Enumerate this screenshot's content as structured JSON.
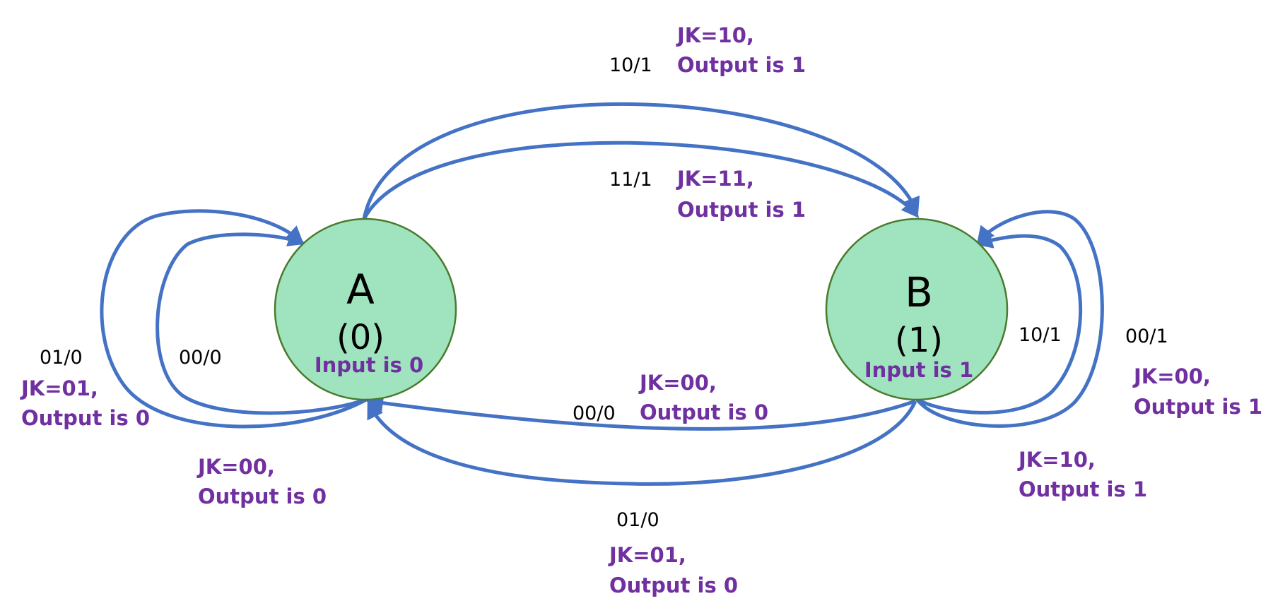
{
  "colors": {
    "edge": "#4472c4",
    "state_fill": "#a0e3bf",
    "state_stroke": "#4a7a2c",
    "note": "#7030a0",
    "text": "#000000"
  },
  "states": [
    {
      "id": "A",
      "name": "A",
      "code": "(0)",
      "note": "Input is 0"
    },
    {
      "id": "B",
      "name": "B",
      "code": "(1)",
      "note": "Input is 1"
    }
  ],
  "transitions": [
    {
      "id": "a_to_b_outer",
      "from": "A",
      "to": "B",
      "label": "10/1",
      "note_line1": "JK=10,",
      "note_line2": "Output is 1"
    },
    {
      "id": "a_to_b_inner",
      "from": "A",
      "to": "B",
      "label": "11/1",
      "note_line1": "JK=11,",
      "note_line2": "Output is 1"
    },
    {
      "id": "a_self_outer",
      "from": "A",
      "to": "A",
      "label": "01/0",
      "note_line1": "JK=01,",
      "note_line2": "Output is 0"
    },
    {
      "id": "a_self_inner",
      "from": "A",
      "to": "A",
      "label": "00/0",
      "note_line1": "JK=00,",
      "note_line2": "Output is 0"
    },
    {
      "id": "b_to_a_upper",
      "from": "B",
      "to": "A",
      "label": "00/0",
      "note_line1": "JK=00,",
      "note_line2": "Output is 0"
    },
    {
      "id": "b_to_a_lower",
      "from": "B",
      "to": "A",
      "label": "01/0",
      "note_line1": "JK=01,",
      "note_line2": "Output is 0"
    },
    {
      "id": "b_self_inner",
      "from": "B",
      "to": "B",
      "label": "10/1",
      "note_line1": "JK=10,",
      "note_line2": "Output is 1"
    },
    {
      "id": "b_self_outer",
      "from": "B",
      "to": "B",
      "label": "00/1",
      "note_line1": "JK=00,",
      "note_line2": "Output is 1"
    }
  ]
}
